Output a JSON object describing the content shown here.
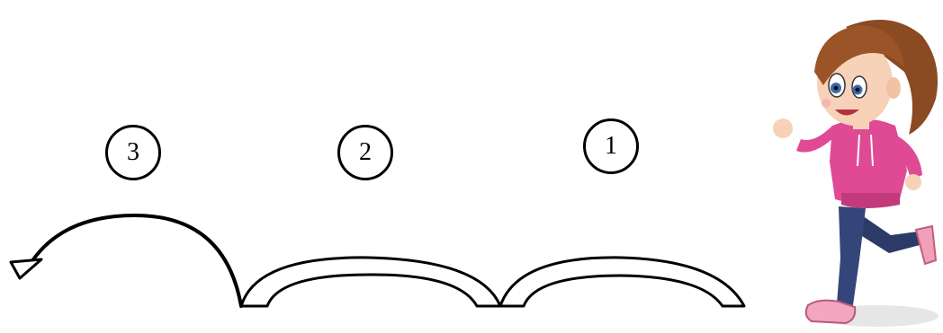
{
  "steps": [
    {
      "number": "3"
    },
    {
      "number": "2"
    },
    {
      "number": "1"
    }
  ],
  "colors": {
    "outline": "#000000",
    "background": "#ffffff",
    "hoodie": "#e04a94",
    "jeans": "#2b3a67",
    "hair": "#8a4a22"
  },
  "icons": {
    "runner": "running-girl-illustration",
    "arrow": "arrow-head-icon"
  }
}
